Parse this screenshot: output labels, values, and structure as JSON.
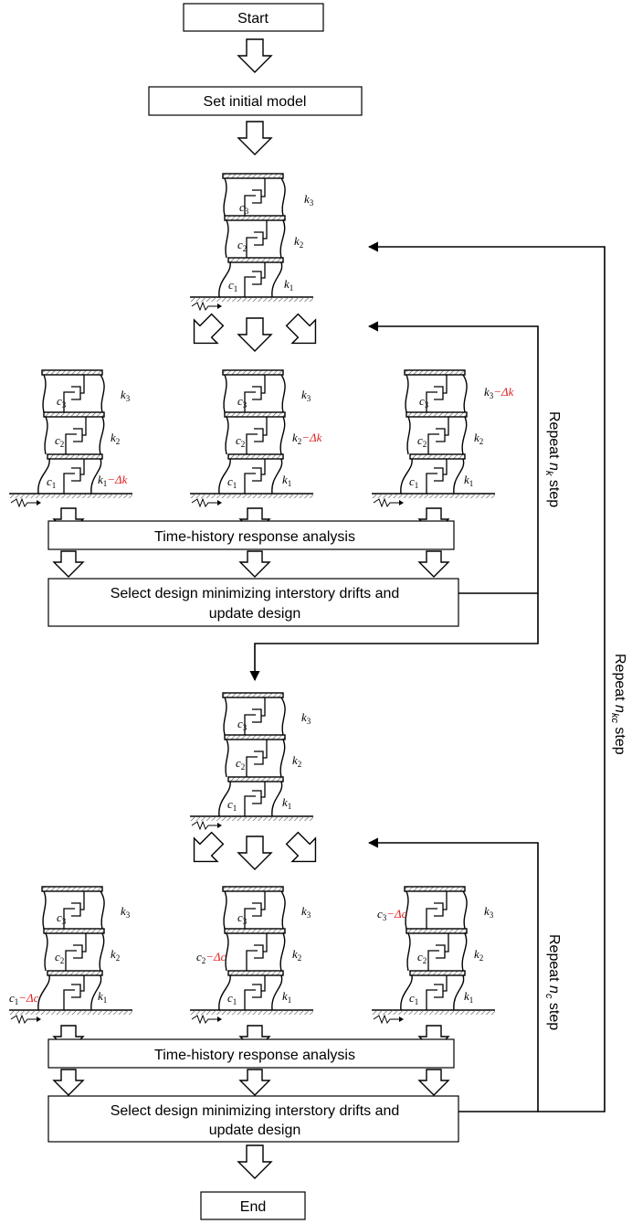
{
  "boxes": {
    "start": "Start",
    "init": "Set initial model",
    "thra": "Time-history response analysis",
    "select_l1": "Select design minimizing interstory drifts and",
    "select_l2": "update design",
    "thra2": "Time-history response analysis",
    "select2_l1": "Select design minimizing interstory drifts and",
    "select2_l2": "update design",
    "end": "End"
  },
  "labels": {
    "c": "c",
    "k": "k",
    "s1": "1",
    "s2": "2",
    "s3": "3",
    "minus_dk": "−Δk",
    "minus_dc": "−Δc"
  },
  "loops": {
    "repeat_k_pre": "Repeat",
    "repeat_k_var": "n",
    "repeat_k_sub": "k",
    "repeat_k_post": "step",
    "repeat_c_pre": "Repeat",
    "repeat_c_var": "n",
    "repeat_c_sub": "c",
    "repeat_c_post": "step",
    "repeat_kc_pre": "Repeat",
    "repeat_kc_var": "n",
    "repeat_kc_sub": "kc",
    "repeat_kc_post": "step"
  },
  "colors": {
    "line": "#000000",
    "highlight": "#e02020",
    "hatch": "#666666"
  }
}
